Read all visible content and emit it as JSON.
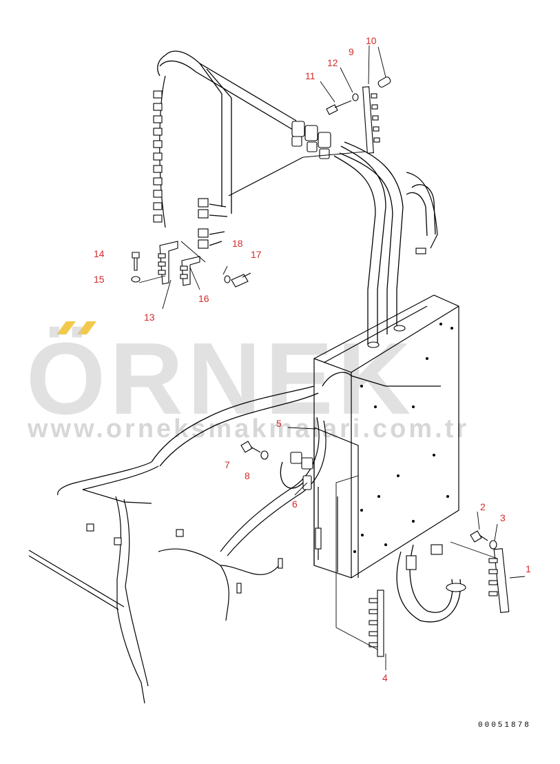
{
  "watermark": {
    "brand": "ÖRNEK",
    "url": "www.orneksmakmalari.com.tr",
    "accent_color": "#f2c94c"
  },
  "drawing_number": "00051878",
  "callouts": [
    {
      "id": "1",
      "label": "1"
    },
    {
      "id": "2",
      "label": "2"
    },
    {
      "id": "3",
      "label": "3"
    },
    {
      "id": "4",
      "label": "4"
    },
    {
      "id": "5",
      "label": "5"
    },
    {
      "id": "6",
      "label": "6"
    },
    {
      "id": "7",
      "label": "7"
    },
    {
      "id": "8",
      "label": "8"
    },
    {
      "id": "9",
      "label": "9"
    },
    {
      "id": "10",
      "label": "10"
    },
    {
      "id": "11",
      "label": "11"
    },
    {
      "id": "12",
      "label": "12"
    },
    {
      "id": "13",
      "label": "13"
    },
    {
      "id": "14",
      "label": "14"
    },
    {
      "id": "15",
      "label": "15"
    },
    {
      "id": "16",
      "label": "16"
    },
    {
      "id": "17",
      "label": "17"
    },
    {
      "id": "18",
      "label": "18"
    }
  ],
  "colors": {
    "callout_text": "#d42a2a",
    "line_art": "#000000",
    "watermark_text": "#c9c9c9"
  }
}
